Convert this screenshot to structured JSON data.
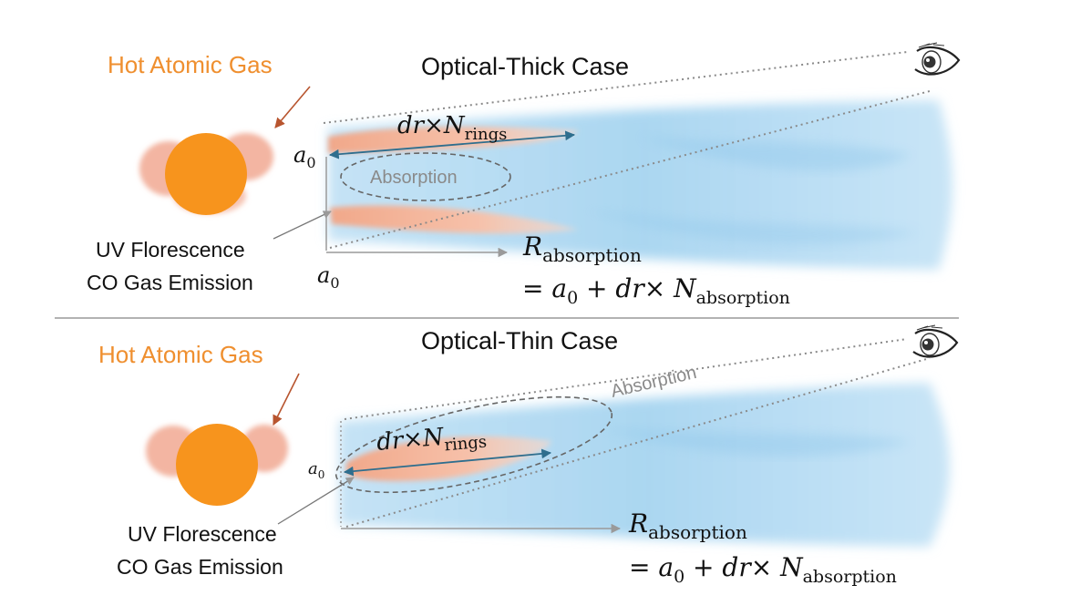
{
  "colors": {
    "gas_label": "#ef8f2f",
    "star": "#f7941d",
    "cloud": "#f4b49c",
    "disk": "#9fd0ee",
    "arrow": "#2e6e8e",
    "guide": "#8a8a8a",
    "divider": "#999999"
  },
  "icons": [
    "eye-icon",
    "star",
    "gas-cloud",
    "disk"
  ],
  "top": {
    "title": "Optical-Thick Case",
    "gas_label": "Hot Atomic Gas",
    "uv_line1": "UV Florescence",
    "uv_line2": "CO Gas Emission",
    "absorption_label": "Absorption",
    "ring_var": "dr×N",
    "ring_sub": "rings",
    "a0_var": "a",
    "a0_sub": "0",
    "r_var": "R",
    "r_sub": "absorption",
    "eq_prefix": "= a",
    "eq_a_sub": "0",
    "eq_mid": " + dr× N",
    "eq_n_sub": "absorption"
  },
  "bottom": {
    "title": "Optical-Thin Case",
    "gas_label": "Hot Atomic Gas",
    "uv_line1": "UV Florescence",
    "uv_line2": "CO Gas Emission",
    "absorption_label": "Absorption",
    "ring_var": "dr×N",
    "ring_sub": "rings",
    "a0_var": "a",
    "a0_sub": "0",
    "r_var": "R",
    "r_sub": "absorption",
    "eq_prefix": "= a",
    "eq_a_sub": "0",
    "eq_mid": " + dr× N",
    "eq_n_sub": "absorption"
  }
}
